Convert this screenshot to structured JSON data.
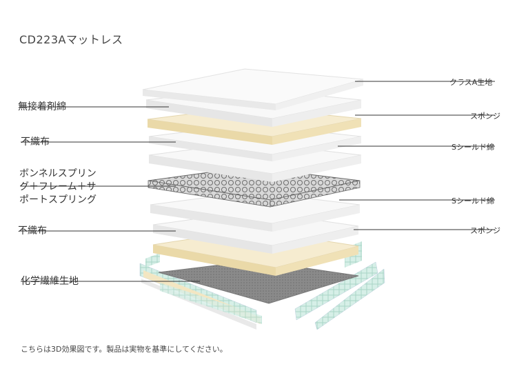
{
  "title": "CD223Aマットレス",
  "labels_left": [
    "無接着剤綿",
    "不織布",
    "ボンネルスプリン",
    "グ＋フレーム＋サ",
    "ポートスプリング",
    "不織布",
    "化学繊維生地"
  ],
  "labels_right": [
    "クラスA生地",
    "スポンジ",
    "Sシールド綿",
    "Sシールド綿",
    "スポンジ"
  ],
  "footnote": "こちらは3D効果図です。製品は実物を基準にしてください。",
  "colors": {
    "layer_white": "#f7f7f7",
    "layer_edge": "#dcdcdc",
    "sponge": "#f3e6c2",
    "spring": "#a9a9a9",
    "base": "#8c8c8c",
    "fabric_side": "#cfe9e1",
    "line": "#333333"
  }
}
